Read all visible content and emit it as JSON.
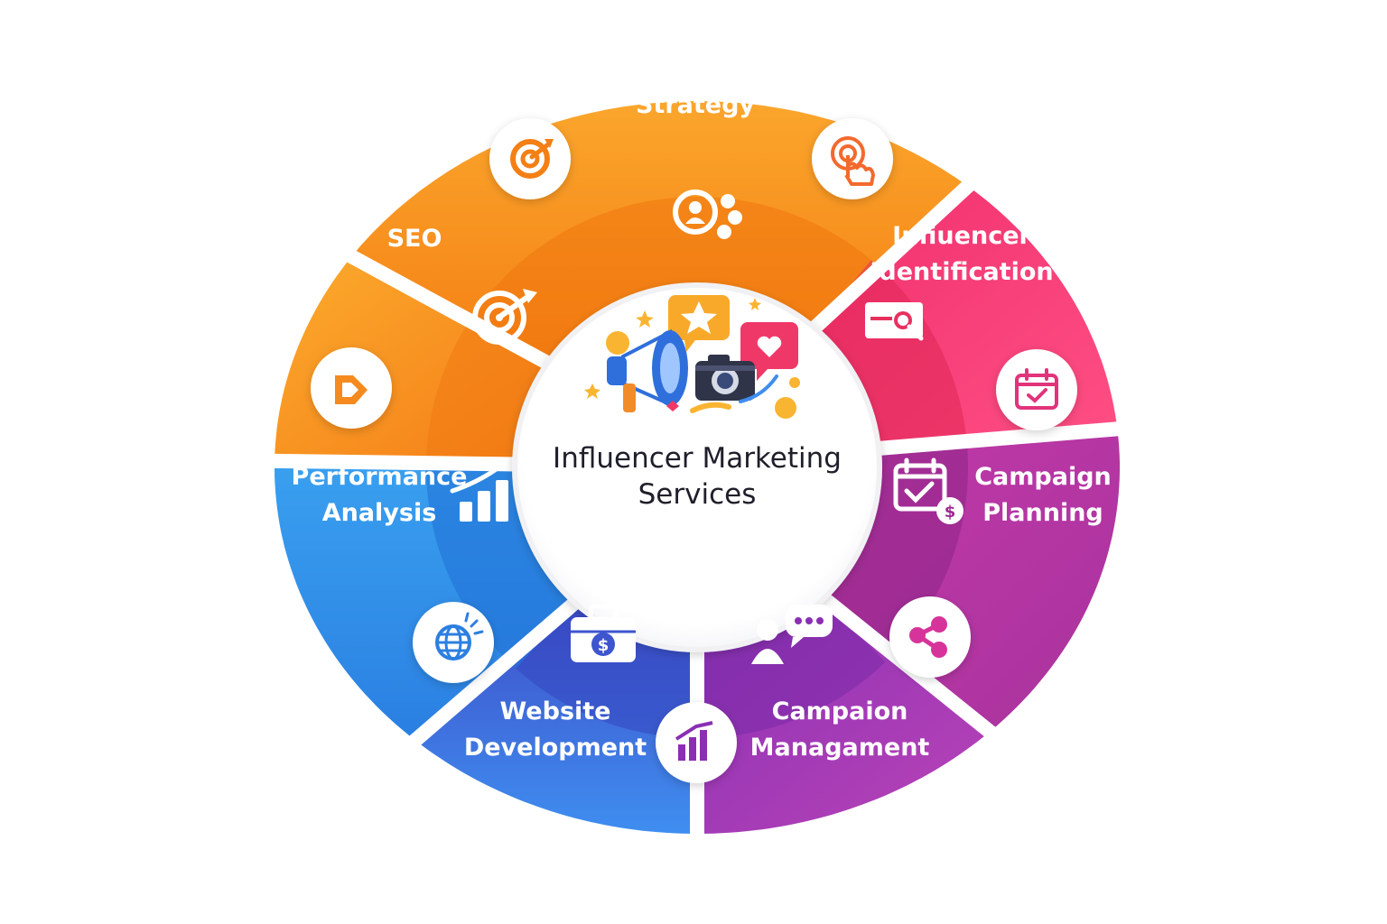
{
  "hub": {
    "title_line1": "Influencer Marketing",
    "title_line2": "Services"
  },
  "segments": [
    {
      "id": "strategy",
      "lines": [
        "Strategy"
      ],
      "color": "#f7941d",
      "icon": "target-icon"
    },
    {
      "id": "influencer-identification",
      "lines": [
        "Infiuencer",
        "Identification"
      ],
      "color": "#ec2f62",
      "icon": "tap-hand-icon"
    },
    {
      "id": "campaign-planning",
      "lines": [
        "Campaign",
        "Planning"
      ],
      "color": "#b8319f",
      "icon": "calendar-check-icon"
    },
    {
      "id": "campaign-management",
      "lines": [
        "Campaion",
        "Managament"
      ],
      "color": "#8a2fb3",
      "icon": "share-icon"
    },
    {
      "id": "website-development",
      "lines": [
        "Website",
        "Development"
      ],
      "color": "#3d63e0",
      "icon": "globe-icon"
    },
    {
      "id": "performance-analysis",
      "lines": [
        "Performance",
        "Analysis"
      ],
      "color": "#2d95e8",
      "icon": "growth-chart-icon"
    },
    {
      "id": "seo",
      "lines": [
        "SEO"
      ],
      "color": "#f58a1f",
      "icon": "tag-icon"
    }
  ]
}
